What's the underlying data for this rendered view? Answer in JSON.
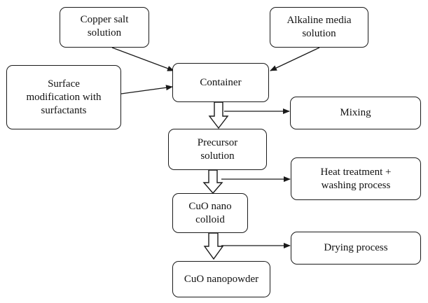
{
  "nodes": {
    "copper": "Copper salt\nsolution",
    "alkaline": "Alkaline media\nsolution",
    "surface": "Surface\nmodification with\nsurfactants",
    "container": "Container",
    "mixing": "Mixing",
    "precursor": "Precursor\nsolution",
    "heat": "Heat treatment +\nwashing process",
    "cuo_colloid": "CuO nano\ncolloid",
    "drying": "Drying process",
    "cuo_powder": "CuO nanopowder"
  },
  "colors": {
    "stroke": "#1a1a1a",
    "fill": "#ffffff",
    "text": "#111111"
  }
}
